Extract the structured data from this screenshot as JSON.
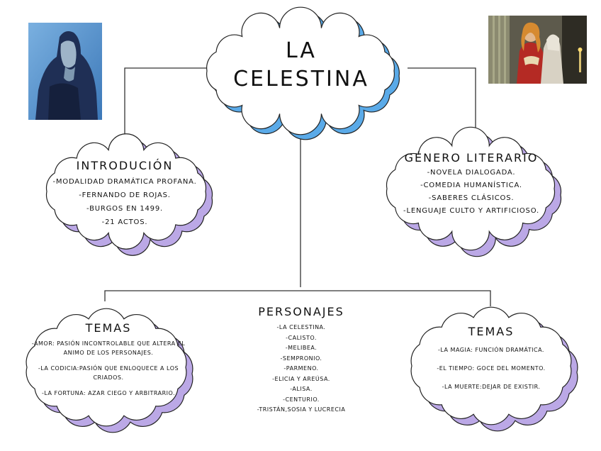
{
  "title_line1": "LA",
  "title_line2": "CELESTINA",
  "introduccion": {
    "heading": "INTRODUCIÓN",
    "items": [
      "-MODALIDAD DRAMÁTICA PROFANA.",
      "-FERNANDO DE ROJAS.",
      "-BURGOS EN 1499.",
      "-21 ACTOS."
    ]
  },
  "genero": {
    "heading": "GÉNERO LITERARIO",
    "items": [
      "-NOVELA DIALOGADA.",
      "-COMEDIA HUMANÍSTICA.",
      "-SABERES CLÁSICOS.",
      "-LENGUAJE CULTO Y ARTIFICIOSO."
    ]
  },
  "temas_left": {
    "heading": "TEMAS",
    "items": [
      "-AMOR: PASIÓN INCONTROLABLE QUE ALTERA EL",
      "ANIMO DE LOS PERSONAJES.",
      "-LA CODICIA:PASIÓN QUE ENLOQUECE A LOS",
      "CRIADOS.",
      "-LA FORTUNA: AZAR CIEGO Y ARBITRARIO."
    ]
  },
  "personajes": {
    "heading": "PERSONAJES",
    "items": [
      "-LA CELESTINA.",
      "-CALISTO.",
      "-MELIBEA.",
      "-SEMPRONIO.",
      "-PARMENO.",
      "-ELICIA Y AREÚSA.",
      "-ALISA.",
      "-CENTURIO.",
      "-TRISTÁN,SOSIA Y LUCRECIA"
    ]
  },
  "temas_right": {
    "heading": "TEMAS",
    "items": [
      "-LA MAGIA: FUNCIÓN DRAMÁTICA.",
      "-EL TIEMPO: GOCE DEL MOMENTO.",
      "-LA MUERTE:DEJAR DE EXISTIR."
    ]
  },
  "colors": {
    "title_shadow": "#5aaae8",
    "cloud_shadow": "#bba8e6",
    "outline": "#222222",
    "line": "#333333"
  },
  "images": {
    "left": "old-woman-painting",
    "right": "celestina-melibea-painting"
  }
}
